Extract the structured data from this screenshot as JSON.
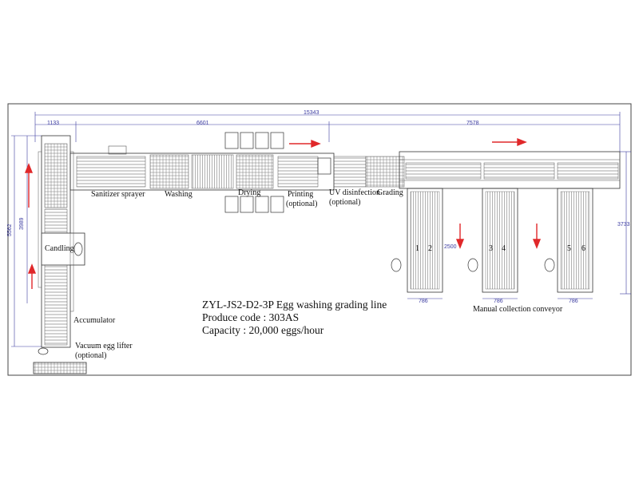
{
  "dimensions": {
    "overall_length": "15343",
    "segment_left": "1133",
    "segment_middle": "6601",
    "segment_right": "7578",
    "left_height_inner": "3989",
    "left_height_outer": "5562",
    "conveyor_length": "2500",
    "right_height": "3733",
    "conveyor_width_1": "786",
    "conveyor_width_2": "786",
    "conveyor_width_3": "786"
  },
  "stations": {
    "sanitizer": "Sanitizer sprayer",
    "washing": "Washing",
    "drying": "Drying",
    "printing": "Printing",
    "printing_opt": "(optional)",
    "uv": "UV disinfection",
    "uv_opt": "(optional)",
    "grading": "Grading",
    "candling": "Candling",
    "accumulator": "Accumulator",
    "lifter": "Vacuum egg lifter",
    "lifter_opt": "(optional)",
    "collection": "Manual collection conveyor"
  },
  "lanes": [
    "1",
    "2",
    "3",
    "4",
    "5",
    "6"
  ],
  "title_block": {
    "model": "ZYL-JS2-D2-3P Egg washing grading line",
    "produce_code": "Produce code : 303AS",
    "capacity": "Capacity : 20,000 eggs/hour"
  },
  "colors": {
    "arrow": "#e0282a",
    "dimension": "#3a3aa0",
    "line": "#333333"
  }
}
